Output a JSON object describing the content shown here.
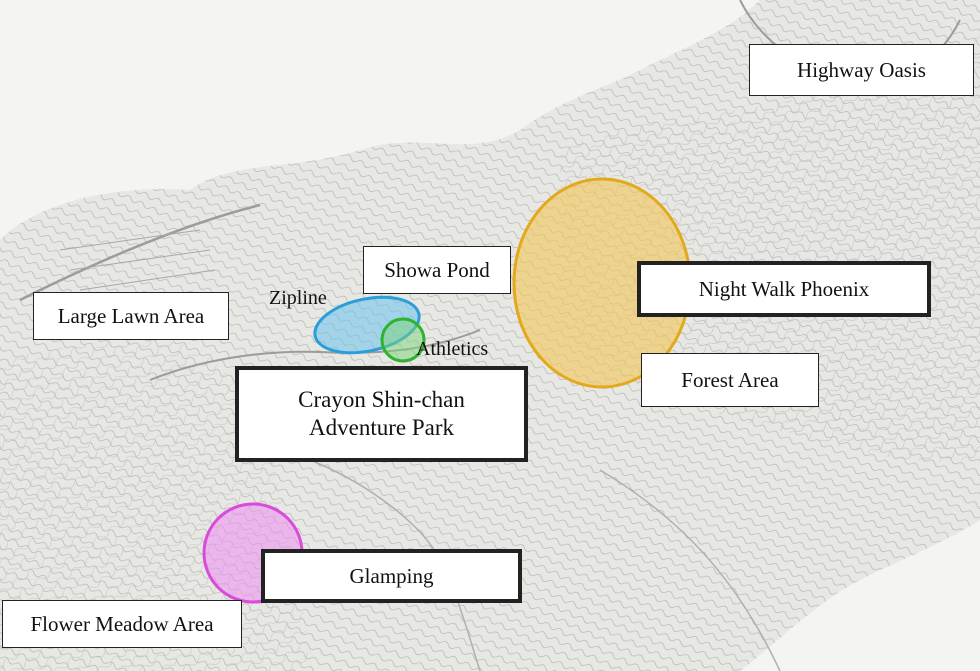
{
  "map": {
    "areas": {
      "highway_oasis": "Highway Oasis",
      "showa_pond": "Showa Pond",
      "large_lawn_area": "Large Lawn Area",
      "night_walk_phoenix": "Night Walk Phoenix",
      "forest_area": "Forest Area",
      "crayon_park_line1": "Crayon Shin-chan",
      "crayon_park_line2": "Adventure Park",
      "glamping": "Glamping",
      "flower_meadow_area": "Flower Meadow Area"
    },
    "markers": {
      "zipline": "Zipline",
      "athletics": "Athletics"
    },
    "colors": {
      "forest_zone": "#f2c654",
      "zipline_zone": "#6cc2ec",
      "athletics_zone": "#7cd67a",
      "glamping_zone": "#ef8ef0",
      "terrain": "#d0d0cc",
      "contour": "#b8b8b4"
    }
  }
}
